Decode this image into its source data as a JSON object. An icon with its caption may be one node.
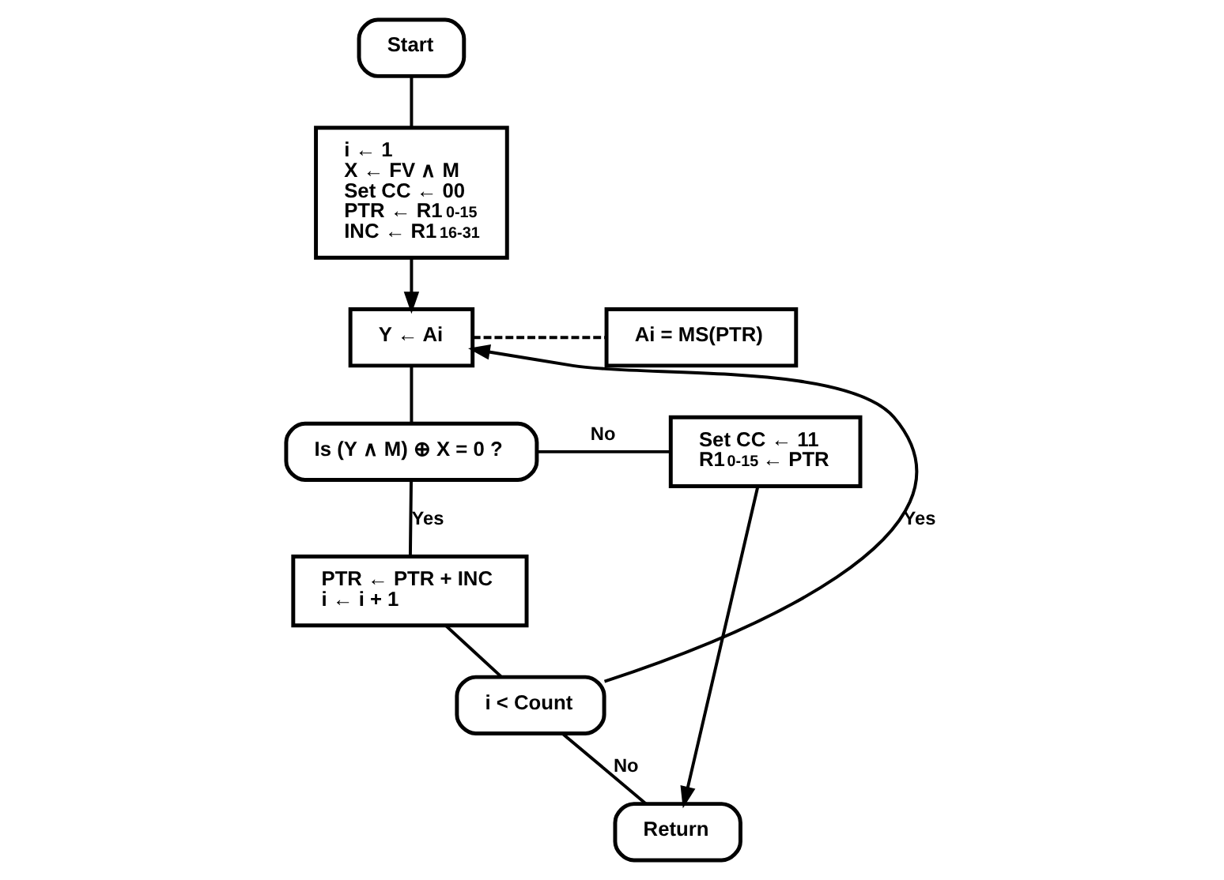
{
  "diagram": {
    "nodes": [
      {
        "text": [
          "Start"
        ]
      },
      {
        "text": [
          "i ← 1",
          "X ← FV ∧ M",
          "Set CC ← 00",
          "PTR ← R1$_{0-15}$",
          "INC ← R1$_{16-31}$"
        ]
      },
      {
        "text": [
          "Y ← Ai"
        ]
      },
      {
        "text": [
          "Ai = MS(PTR)"
        ]
      },
      {
        "text": [
          "Is (Y ∧ M) ⊕ X = 0 ?"
        ]
      },
      {
        "text": [
          "Set CC ← 11",
          "R1$_{0-15}$ ← PTR"
        ]
      },
      {
        "text": [
          "PTR ← PTR + INC",
          "i ← i + 1"
        ]
      },
      {
        "text": [
          "i < Count"
        ]
      },
      {
        "text": [
          "Return"
        ]
      }
    ],
    "edges": [
      {
        "from": 0,
        "to": 1,
        "arrow": "none"
      },
      {
        "from": 1,
        "to": 2,
        "arrow": "to"
      },
      {
        "from": 2,
        "to": 3,
        "arrow": "none",
        "style": "dashed"
      },
      {
        "from": 2,
        "to": 4,
        "arrow": "none"
      },
      {
        "from": 4,
        "to": 5,
        "arrow": "none",
        "label": "No"
      },
      {
        "from": 4,
        "to": 6,
        "arrow": "none",
        "label": "Yes"
      },
      {
        "from": 6,
        "to": 7,
        "arrow": "none"
      },
      {
        "from": 7,
        "to": 2,
        "arrow": "to",
        "label": "Yes"
      },
      {
        "from": 7,
        "to": 8,
        "arrow": "none",
        "label": "No"
      },
      {
        "from": 5,
        "to": 8,
        "arrow": "to"
      }
    ]
  }
}
